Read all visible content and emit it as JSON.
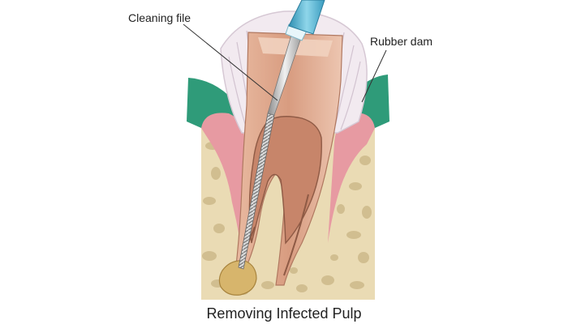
{
  "labels": {
    "cleaning_file": "Cleaning file",
    "rubber_dam": "Rubber dam",
    "caption": "Removing Infected Pulp"
  },
  "colors": {
    "bone": "#eadbb4",
    "bone_pore": "#cdb98a",
    "gum_green": "#2f9b79",
    "gum_pink": "#e79aa2",
    "tooth": "#d9a58c",
    "tooth_light": "#f1d2bf",
    "pulp": "#c7856a",
    "dam": "#efe6ee",
    "handle": "#5ab6d3",
    "infection": "#d7b56c"
  }
}
